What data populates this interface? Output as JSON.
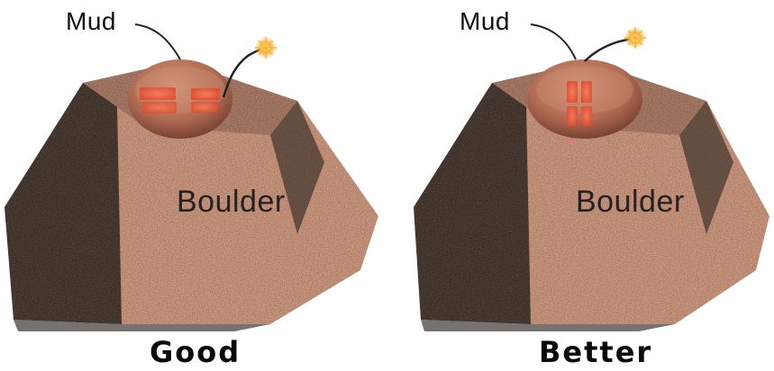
{
  "panels": [
    {
      "mud_label": "Mud",
      "boulder_label": "Boulder",
      "caption": "Good",
      "charge_placement": "horizontal"
    },
    {
      "mud_label": "Mud",
      "boulder_label": "Boulder",
      "caption": "Better",
      "charge_placement": "vertical"
    }
  ],
  "colors": {
    "rock_light": "#c9957c",
    "rock_dark": "#2a2420",
    "mud": "#b9735a",
    "charge": "#ff5a3a",
    "spark": "#f4b43c"
  }
}
